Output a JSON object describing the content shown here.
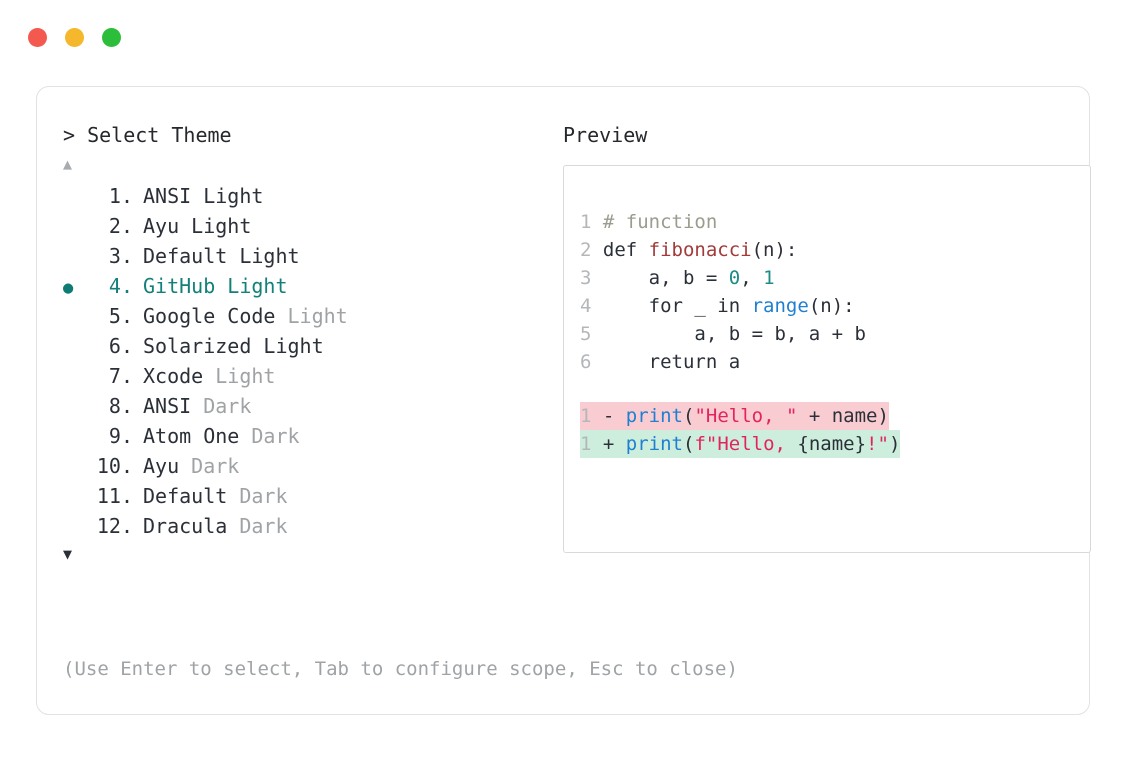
{
  "window": {
    "buttons": [
      {
        "name": "close",
        "color": "#f4594f"
      },
      {
        "name": "minimize",
        "color": "#f5b72c"
      },
      {
        "name": "maximize",
        "color": "#2cbe3a"
      }
    ]
  },
  "picker": {
    "prompt_symbol": ">",
    "title": "Select Theme",
    "scroll_up_glyph": "▲",
    "scroll_down_glyph": "▼",
    "selected_bullet": "●",
    "selected_index": 4,
    "accent_color": "#13807a",
    "items": [
      {
        "number": "1.",
        "name": "ANSI",
        "variant": "Light",
        "variant_muted": false,
        "selected": false
      },
      {
        "number": "2.",
        "name": "Ayu",
        "variant": "Light",
        "variant_muted": false,
        "selected": false
      },
      {
        "number": "3.",
        "name": "Default",
        "variant": "Light",
        "variant_muted": false,
        "selected": false
      },
      {
        "number": "4.",
        "name": "GitHub",
        "variant": "Light",
        "variant_muted": false,
        "selected": true
      },
      {
        "number": "5.",
        "name": "Google Code",
        "variant": "Light",
        "variant_muted": true,
        "selected": false
      },
      {
        "number": "6.",
        "name": "Solarized",
        "variant": "Light",
        "variant_muted": false,
        "selected": false
      },
      {
        "number": "7.",
        "name": "Xcode",
        "variant": "Light",
        "variant_muted": true,
        "selected": false
      },
      {
        "number": "8.",
        "name": "ANSI",
        "variant": "Dark",
        "variant_muted": true,
        "selected": false
      },
      {
        "number": "9.",
        "name": "Atom One",
        "variant": "Dark",
        "variant_muted": true,
        "selected": false
      },
      {
        "number": "10.",
        "name": "Ayu",
        "variant": "Dark",
        "variant_muted": true,
        "selected": false
      },
      {
        "number": "11.",
        "name": "Default",
        "variant": "Dark",
        "variant_muted": true,
        "selected": false
      },
      {
        "number": "12.",
        "name": "Dracula",
        "variant": "Dark",
        "variant_muted": true,
        "selected": false
      }
    ],
    "hint": "(Use Enter to select, Tab to configure scope, Esc to close)"
  },
  "preview": {
    "title": "Preview",
    "code_lines": [
      {
        "ln": "1",
        "tokens": [
          {
            "t": "# function",
            "c": "comment"
          }
        ]
      },
      {
        "ln": "2",
        "tokens": [
          {
            "t": "def ",
            "c": "plain"
          },
          {
            "t": "fibonacci",
            "c": "func"
          },
          {
            "t": "(n):",
            "c": "plain"
          }
        ]
      },
      {
        "ln": "3",
        "tokens": [
          {
            "t": "    a, b = ",
            "c": "plain"
          },
          {
            "t": "0",
            "c": "number"
          },
          {
            "t": ", ",
            "c": "plain"
          },
          {
            "t": "1",
            "c": "number"
          }
        ]
      },
      {
        "ln": "4",
        "tokens": [
          {
            "t": "    for _ in ",
            "c": "plain"
          },
          {
            "t": "range",
            "c": "builtin"
          },
          {
            "t": "(n):",
            "c": "plain"
          }
        ]
      },
      {
        "ln": "5",
        "tokens": [
          {
            "t": "        a, b = b, a + b",
            "c": "plain"
          }
        ]
      },
      {
        "ln": "6",
        "tokens": [
          {
            "t": "    return a",
            "c": "plain"
          }
        ]
      }
    ],
    "diff_lines": [
      {
        "ln": "1",
        "sign": "-",
        "kind": "del",
        "bg": "#f9ccd2",
        "tokens": [
          {
            "t": "print",
            "c": "builtin"
          },
          {
            "t": "(",
            "c": "plain"
          },
          {
            "t": "\"Hello, \"",
            "c": "string"
          },
          {
            "t": " + name)",
            "c": "plain"
          }
        ]
      },
      {
        "ln": "1",
        "sign": "+",
        "kind": "add",
        "bg": "#cdeedd",
        "tokens": [
          {
            "t": "print",
            "c": "builtin"
          },
          {
            "t": "(",
            "c": "plain"
          },
          {
            "t": "f\"Hello, ",
            "c": "string"
          },
          {
            "t": "{name}",
            "c": "plain"
          },
          {
            "t": "!",
            "c": "bang"
          },
          {
            "t": "\"",
            "c": "string"
          },
          {
            "t": ")",
            "c": "plain"
          }
        ]
      }
    ]
  }
}
